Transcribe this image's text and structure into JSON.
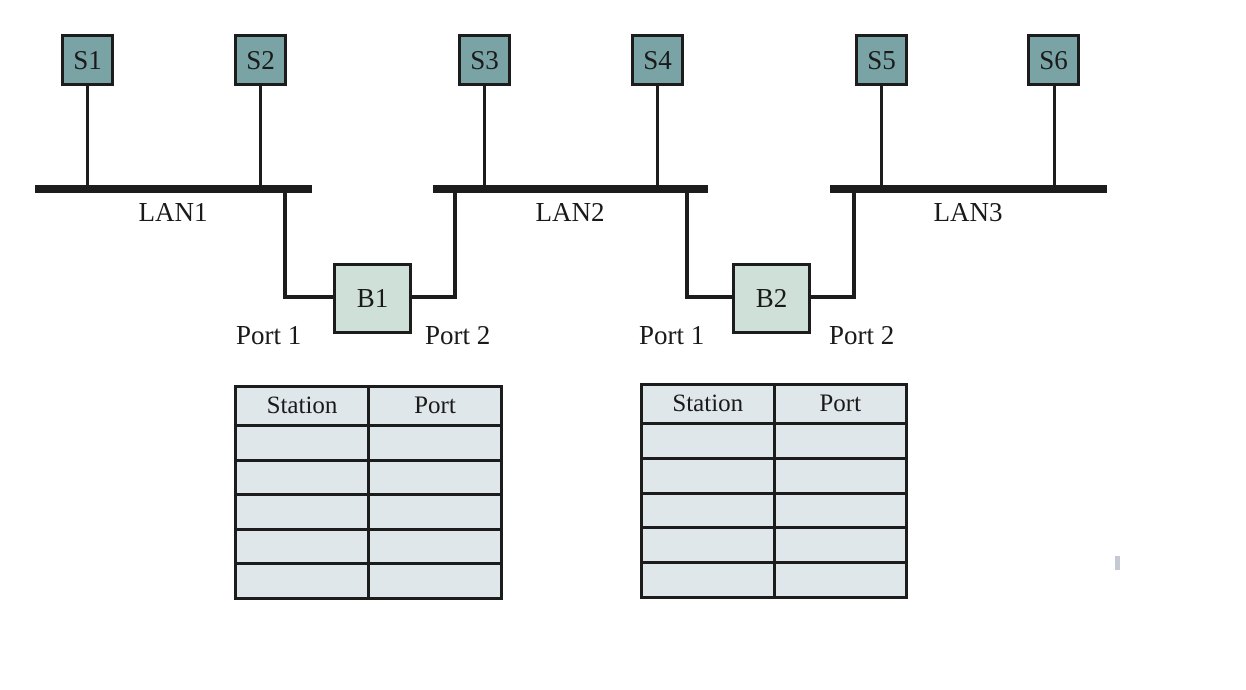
{
  "diagram": {
    "stations": [
      {
        "label": "S1"
      },
      {
        "label": "S2"
      },
      {
        "label": "S3"
      },
      {
        "label": "S4"
      },
      {
        "label": "S5"
      },
      {
        "label": "S6"
      }
    ],
    "lans": [
      {
        "label": "LAN1"
      },
      {
        "label": "LAN2"
      },
      {
        "label": "LAN3"
      }
    ],
    "bridges": [
      {
        "label": "B1",
        "port1_label": "Port 1",
        "port2_label": "Port 2"
      },
      {
        "label": "B2",
        "port1_label": "Port 1",
        "port2_label": "Port 2"
      }
    ],
    "tables": [
      {
        "headers": [
          "Station",
          "Port"
        ],
        "rows": [
          [
            "",
            ""
          ],
          [
            "",
            ""
          ],
          [
            "",
            ""
          ],
          [
            "",
            ""
          ],
          [
            "",
            ""
          ]
        ]
      },
      {
        "headers": [
          "Station",
          "Port"
        ],
        "rows": [
          [
            "",
            ""
          ],
          [
            "",
            ""
          ],
          [
            "",
            ""
          ],
          [
            "",
            ""
          ],
          [
            "",
            ""
          ]
        ]
      }
    ],
    "colors": {
      "station_fill": "#7aa3a6",
      "bridge_fill": "#cfe0d8",
      "table_fill": "#dfe7eb",
      "line": "#1c1c1c"
    }
  }
}
